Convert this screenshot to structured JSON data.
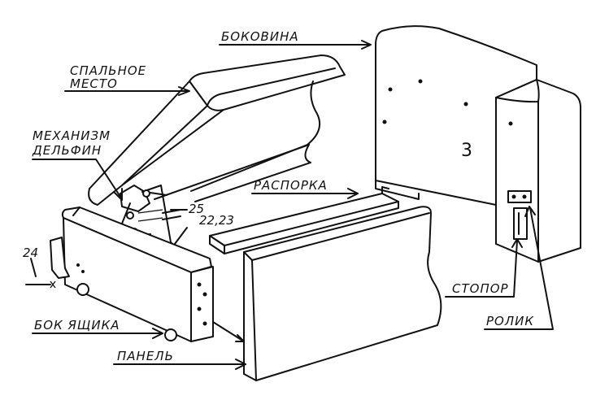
{
  "labels": {
    "bokovina": "БОКОВИНА",
    "spalnoe": "СПАЛЬНОЕ",
    "mesto": "МЕСТО",
    "mekhanizm": "МЕХАНИЗМ",
    "delfin": "ДЕЛЬФИН",
    "rasporka": "РАСПОРКА",
    "stopor": "СТОПОР",
    "rolik": "РОЛИК",
    "bok_yashchika": "БОК ЯЩИКА",
    "panel": "ПАНЕЛЬ"
  },
  "numbers": {
    "n25": "25",
    "n2223": "22,23",
    "n24": "24",
    "n3": "3"
  }
}
